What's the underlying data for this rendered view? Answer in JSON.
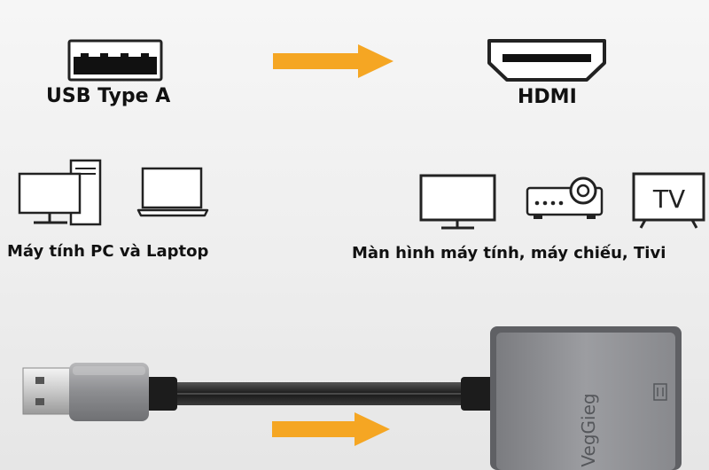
{
  "top": {
    "usb_label": "USB Type A",
    "hdmi_label": "HDMI"
  },
  "middle": {
    "source_label": "Máy tính PC và Laptop",
    "display_label": "Màn hình máy tính, máy chiếu, Tivi",
    "tv_icon_text": "TV"
  },
  "product": {
    "brand_text": "VegGieg"
  },
  "colors": {
    "arrow": "#f5a623",
    "icon_stroke": "#222222",
    "adapter_body": "#8e8f93"
  }
}
